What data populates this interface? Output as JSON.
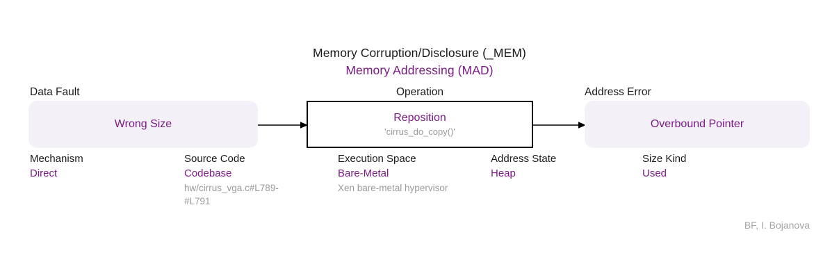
{
  "title": {
    "class_line": "Memory Corruption/Disclosure (_MEM)",
    "subclass_line": "Memory Addressing (MAD)"
  },
  "flow": {
    "data_fault": {
      "stage_label": "Data Fault",
      "value": "Wrong Size"
    },
    "operation": {
      "stage_label": "Operation",
      "value": "Reposition",
      "detail": "'cirrus_do_copy()'"
    },
    "address_error": {
      "stage_label": "Address Error",
      "value": "Overbound Pointer"
    }
  },
  "attributes": [
    {
      "name": "Mechanism",
      "value": "Direct",
      "detail": ""
    },
    {
      "name": "Source Code",
      "value": "Codebase",
      "detail": "hw/cirrus_vga.c#L789-#L791"
    },
    {
      "name": "Execution Space",
      "value": "Bare-Metal",
      "detail": "Xen bare-metal hypervisor"
    },
    {
      "name": "Address State",
      "value": "Heap",
      "detail": ""
    },
    {
      "name": "Size Kind",
      "value": "Used",
      "detail": ""
    }
  ],
  "footer": {
    "attribution": "BF, I. Bojanova"
  },
  "colors": {
    "accent_purple": "#7b1a86",
    "box_fill": "#f3f0f7",
    "detail_gray": "#9a9a9a",
    "text_dark": "#1a1a1a"
  }
}
